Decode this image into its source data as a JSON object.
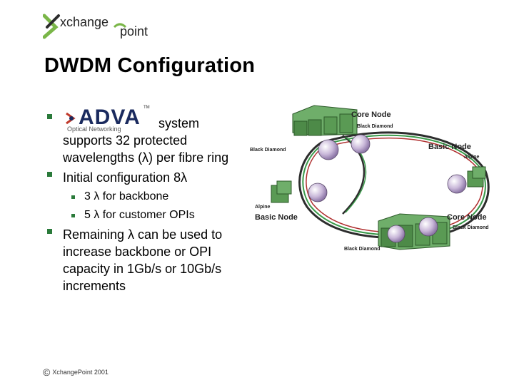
{
  "logo": {
    "text_main": "xchange",
    "text_sub": "point"
  },
  "title": "DWDM Configuration",
  "adva": {
    "name": "ADVA",
    "subtitle": "Optical Networking",
    "tm": "TM"
  },
  "bullets": [
    {
      "line1": "system",
      "line2": "supports 32 protected",
      "line3": "wavelengths (λ) per fibre ring"
    },
    {
      "text": "Initial configuration 8λ"
    },
    {
      "text": "Remaining λ can be used to",
      "line2": "increase backbone or OPI",
      "line3": "capacity in 1Gb/s or 10Gb/s",
      "line4": "increments"
    }
  ],
  "sub_bullets": [
    {
      "text": "3 λ for backbone"
    },
    {
      "text": "5 λ for customer OPIs"
    }
  ],
  "diagram": {
    "core_node_top": "Core Node",
    "black_diamond_top": "Black Diamond",
    "black_diamond_left": "Black Diamond",
    "basic_node_right": "Basic Node",
    "alpine_right": "Alpine",
    "alpine_left": "Alpine",
    "basic_node_left": "Basic Node",
    "core_node_bottom": "Core Node",
    "black_diamond_right": "Black Diamond",
    "black_diamond_bottom": "Black Diamond"
  },
  "footer": {
    "copyright": "©",
    "text": "XchangePoint 2001"
  }
}
